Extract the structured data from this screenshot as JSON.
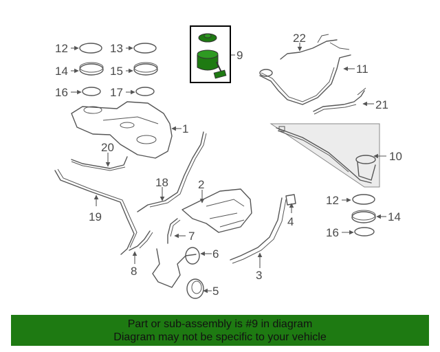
{
  "diagram": {
    "callouts": {
      "c1": "1",
      "c2": "2",
      "c3": "3",
      "c4": "4",
      "c5": "5",
      "c6": "6",
      "c7": "7",
      "c8": "8",
      "c9": "9",
      "c10": "10",
      "c11": "11",
      "c12a": "12",
      "c12b": "12",
      "c13": "13",
      "c14a": "14",
      "c14b": "14",
      "c15": "15",
      "c16a": "16",
      "c16b": "16",
      "c17": "17",
      "c18": "18",
      "c19": "19",
      "c20": "20",
      "c21": "21",
      "c22": "22"
    },
    "highlight_color": "#1e7a12"
  },
  "banner": {
    "line1": "Part or sub-assembly is #9 in diagram",
    "line2": "Diagram may not be specific to your vehicle"
  }
}
